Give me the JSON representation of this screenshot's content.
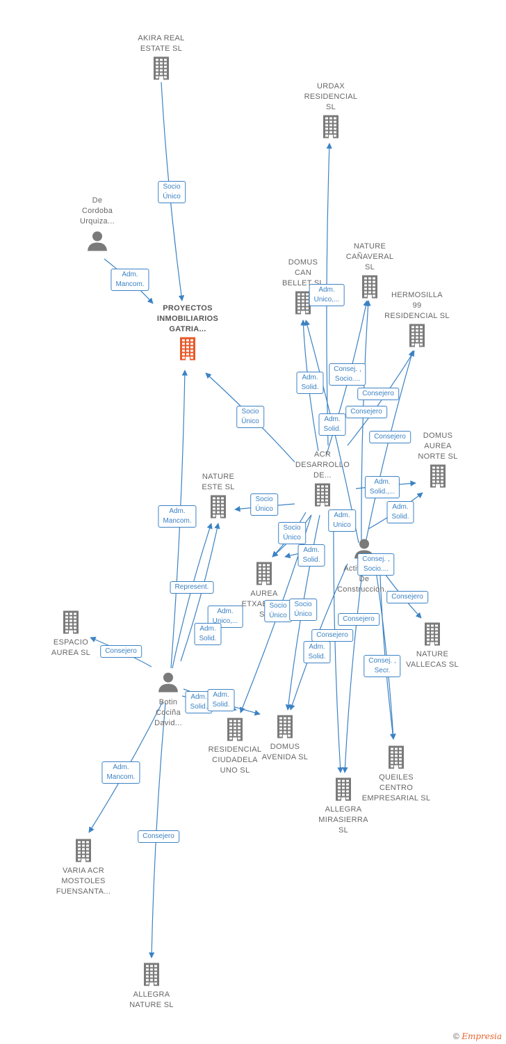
{
  "nodes": [
    {
      "id": "akira",
      "type": "company",
      "label": "AKIRA REAL\nESTATE  SL"
    },
    {
      "id": "urdax",
      "type": "company",
      "label": "URDAX\nRESIDENCIAL\nSL"
    },
    {
      "id": "decordoba",
      "type": "person",
      "label": "De\nCordoba\nUrquiza..."
    },
    {
      "id": "proyectos",
      "type": "company-main",
      "label": "PROYECTOS\nINMOBILIARIOS\nGATRIA..."
    },
    {
      "id": "domuscan",
      "type": "company",
      "label": "DOMUS\nCAN\nBELLET  SL"
    },
    {
      "id": "naturecan",
      "type": "company",
      "label": "NATURE\nCAÑAVERAL\nSL"
    },
    {
      "id": "hermosilla",
      "type": "company",
      "label": "HERMOSILLA\n99\nRESIDENCIAL SL"
    },
    {
      "id": "domusaurea",
      "type": "company",
      "label": "DOMUS\nAUREA\nNORTE  SL"
    },
    {
      "id": "acr",
      "type": "company",
      "label": "ACR\nDESARROLLO\nDE..."
    },
    {
      "id": "natureeste",
      "type": "company",
      "label": "NATURE\nESTE  SL"
    },
    {
      "id": "actividades",
      "type": "person",
      "label": "Actividades\nDe\nConstruccion..."
    },
    {
      "id": "aureaetx",
      "type": "company",
      "label": "AUREA\nETXABARRI\nSL"
    },
    {
      "id": "espacio",
      "type": "company",
      "label": "ESPACIO\nAUREA  SL"
    },
    {
      "id": "naturevall",
      "type": "company",
      "label": "NATURE\nVALLECAS  SL"
    },
    {
      "id": "botin",
      "type": "person",
      "label": "Botin\nCociña\nDavid..."
    },
    {
      "id": "residencial",
      "type": "company",
      "label": "RESIDENCIAL\nCIUDADELA\nUNO  SL"
    },
    {
      "id": "domusav",
      "type": "company",
      "label": "DOMUS\nAVENIDA  SL"
    },
    {
      "id": "queiles",
      "type": "company",
      "label": "QUEILES\nCENTRO\nEMPRESARIAL SL"
    },
    {
      "id": "allegramir",
      "type": "company",
      "label": "ALLEGRA\nMIRASIERRA\nSL"
    },
    {
      "id": "varia",
      "type": "company",
      "label": "VARIA ACR\nMOSTOLES\nFUENSANTA..."
    },
    {
      "id": "allegranat",
      "type": "company",
      "label": "ALLEGRA\nNATURE  SL"
    }
  ],
  "edge_labels": [
    "Socio\nÚnico",
    "Adm.\nMancom.",
    "Adm.\nUnico,...",
    "Consej. ,\nSocio....",
    "Adm.\nSolid.",
    "Consejero",
    "Adm.\nSolid.",
    "Consejero",
    "Socio\nÚnico",
    "Consejero",
    "Adm.\nSolid.,...",
    "Adm.\nSolid.",
    "Socio\nÚnico",
    "Adm.\nUnico",
    "Socio\nÚnico",
    "Adm.\nSolid.",
    "Consej. ,\nSocio....",
    "Adm.\nMancom.",
    "Represent.",
    "Consejero",
    "Socio\nÚnico",
    "Socio\nÚnico",
    "Consejero",
    "Adm.\nUnico,...",
    "Consejero",
    "Adm.\nSolid.",
    "Adm.\nSolid.",
    "Consej. ,\nSecr.",
    "Consejero",
    "Adm.\nSolid.",
    "Adm.\nSolid.",
    "Adm.\nMancom.",
    "Consejero"
  ],
  "colors": {
    "edge": "#3b82c4",
    "company": "#7a7a7a",
    "main": "#e8582a",
    "person": "#7a7a7a"
  },
  "footer": {
    "copyright": "©",
    "brand": "Empresia"
  }
}
